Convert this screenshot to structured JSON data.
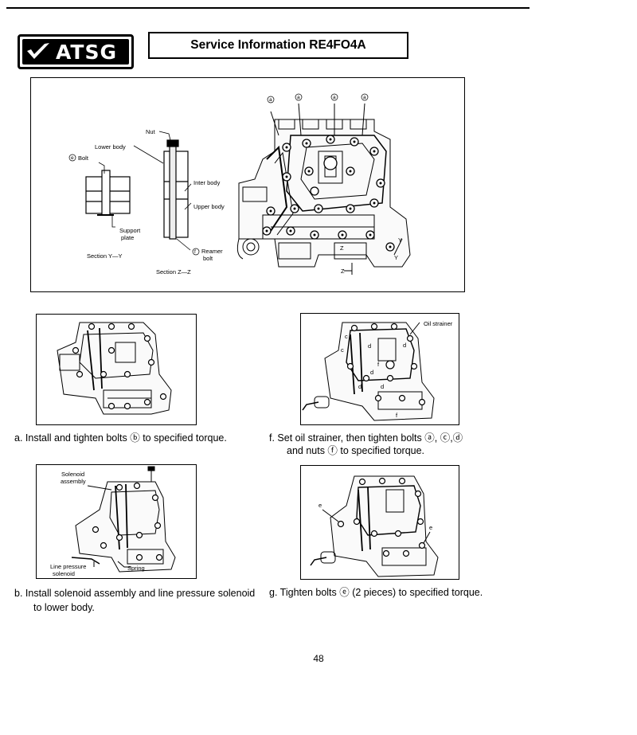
{
  "header": {
    "logo_text": "ATSG",
    "title": "Service Information   RE4FO4A"
  },
  "figure_top": {
    "labels": {
      "nut": "Nut",
      "lower_body": "Lower body",
      "bolt": "Bolt",
      "bolt_marker": "e",
      "inter_body": "Inter body",
      "upper_body": "Upper body",
      "support_plate_1": "Support",
      "support_plate_2": "plate",
      "reamer_marker": "f",
      "reamer_1": "Reamer",
      "reamer_2": "bolt",
      "section_yy": "Section Y—Y",
      "section_zz": "Section Z—Z",
      "top_markers": [
        "a",
        "a",
        "a",
        "a"
      ],
      "y_label": "Y",
      "z_label": "Z"
    }
  },
  "figure_a": {},
  "figure_f": {
    "oil_strainer": "Oil strainer",
    "marks": [
      "c",
      "d",
      "c",
      "f",
      "d",
      "d",
      "d",
      "d",
      "f"
    ]
  },
  "figure_b": {
    "solenoid_1": "Solenoid",
    "solenoid_2": "assembly",
    "line_pressure_1": "Line pressure",
    "line_pressure_2": "solenoid",
    "spring": "Spring"
  },
  "figure_g": {
    "marks": [
      "e",
      "e"
    ]
  },
  "captions": {
    "a": "a.   Install and tighten bolts ⓑ to specified torque.",
    "b_line1": "b.   Install solenoid assembly and line pressure solenoid",
    "b_line2": "to lower  body.",
    "f_line1": "f.    Set oil strainer, then tighten bolts ⓐ, ⓒ,ⓓ",
    "f_line2": "and nuts ⓕ to  specified torque.",
    "g": "g.   Tighten bolts ⓔ (2 pieces) to specified torque."
  },
  "page_number": "48"
}
